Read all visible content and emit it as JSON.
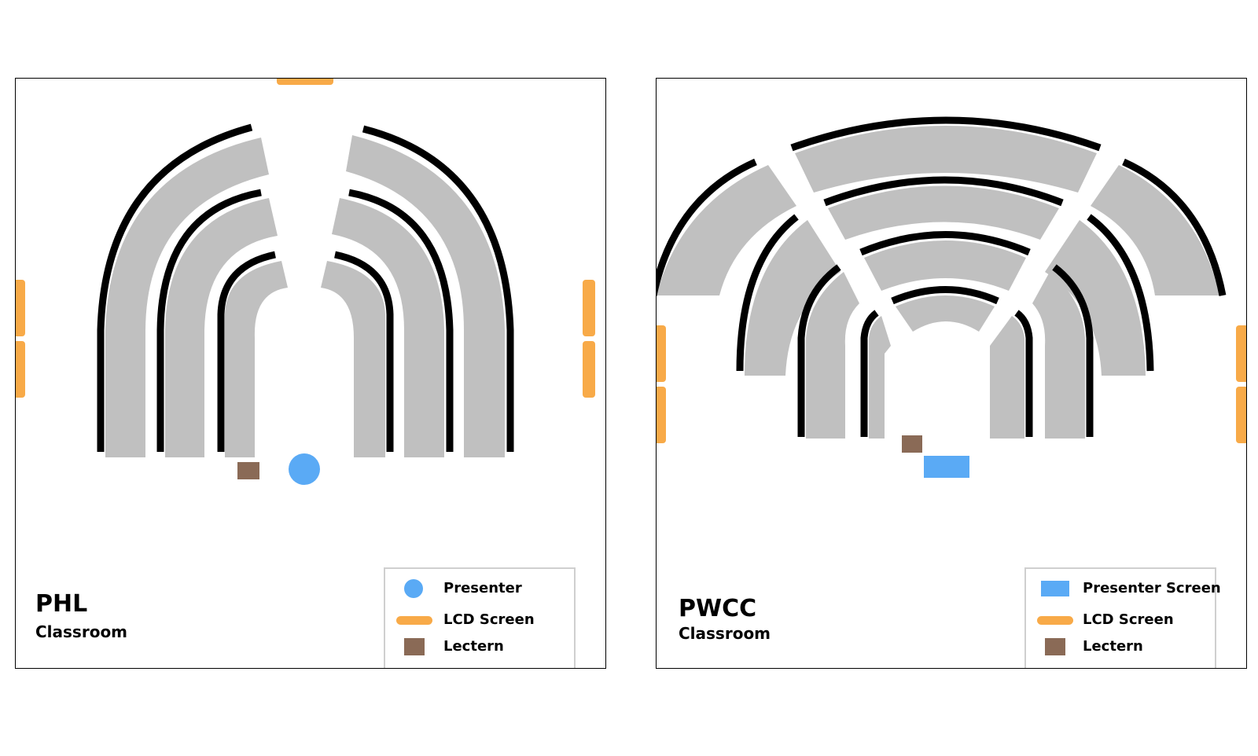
{
  "colors": {
    "seat": "#c0c0c0",
    "wall": "#000000",
    "presenter": "#5aaaf5",
    "lcd": "#f8aa48",
    "lectern": "#8a6a56"
  },
  "rooms": [
    {
      "id": "phl",
      "title": "PHL",
      "subtitle": "Classroom",
      "legend": {
        "presenter": "Presenter",
        "lcd": "LCD Screen",
        "lectern": "Lectern"
      }
    },
    {
      "id": "pwcc",
      "title": "PWCC",
      "subtitle": "Classroom",
      "legend": {
        "presenter": "Presenter Screen",
        "lcd": "LCD Screen",
        "lectern": "Lectern"
      }
    }
  ]
}
